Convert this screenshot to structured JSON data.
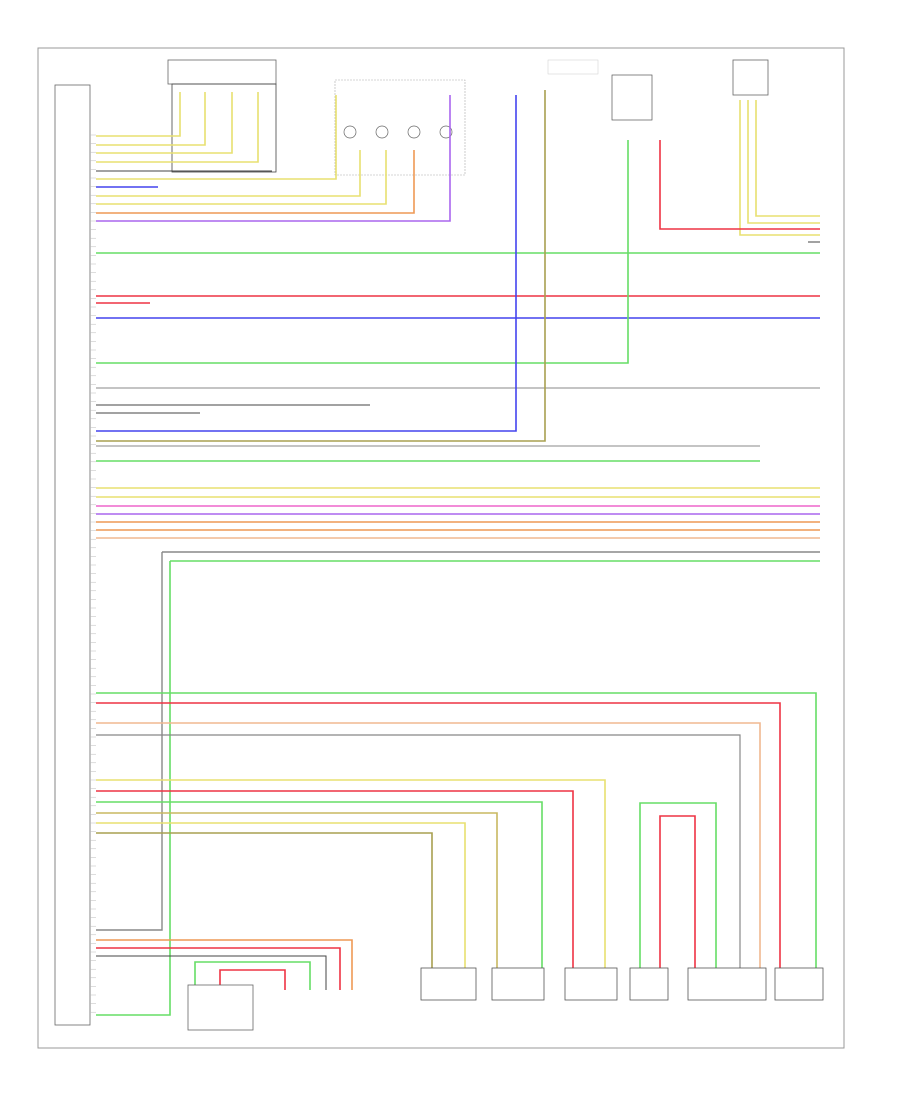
{
  "diagram": {
    "footer_code": "",
    "modules": {
      "main_module": {
        "label": ""
      },
      "transmission_switch": {
        "label": ""
      },
      "seat_sensor": {
        "label": ""
      },
      "front_sensor_block": {
        "label": ""
      },
      "right_side_module": {
        "label": ""
      },
      "pressure_sensor": {
        "label": ""
      }
    },
    "components": [
      {
        "id": "left-seat-belt-pretensioner",
        "label": ""
      },
      {
        "id": "right-seat-belt-pretensioner",
        "label": ""
      },
      {
        "id": "front-passenger-airbag",
        "label": ""
      },
      {
        "id": "right-side-airbag",
        "label": ""
      },
      {
        "id": "right-front-impact-sensor",
        "label": ""
      },
      {
        "id": "left-side-airbag",
        "label": ""
      },
      {
        "id": "left-front-impact-sensor",
        "label": ""
      }
    ],
    "colors": {
      "yellow": "#e8e070",
      "green": "#66dd66",
      "red": "#ee3344",
      "blue": "#4444ee",
      "orange": "#ee9955",
      "pink": "#ee66cc",
      "violet": "#aa66ee",
      "grey": "#888888",
      "dark": "#444444",
      "tan": "#c8b860",
      "olive": "#a8a050",
      "peach": "#f0b890",
      "frame": "#999999"
    }
  }
}
